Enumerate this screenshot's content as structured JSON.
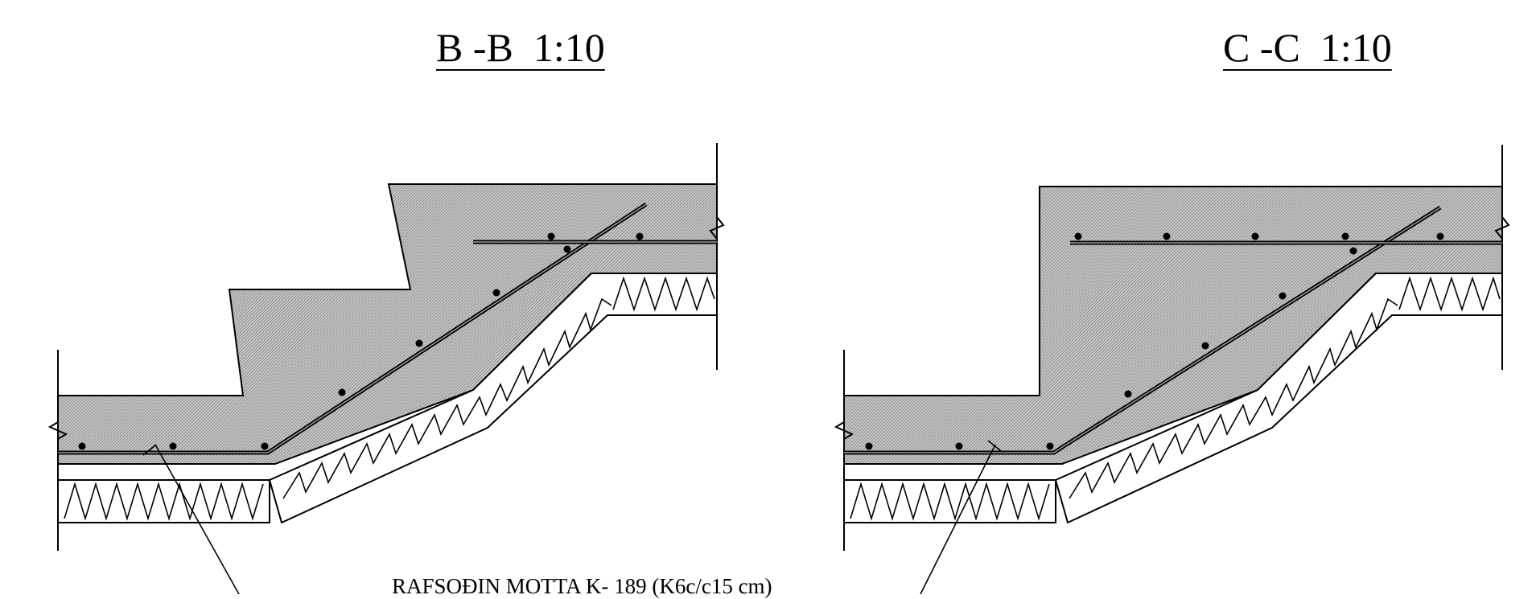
{
  "sections": [
    {
      "title": "B -B  1:10"
    },
    {
      "title": "C -C  1:10"
    }
  ],
  "annotation": {
    "text": "RAFSOÐIN MOTTA K- 189 (K6c/c15 cm)"
  }
}
